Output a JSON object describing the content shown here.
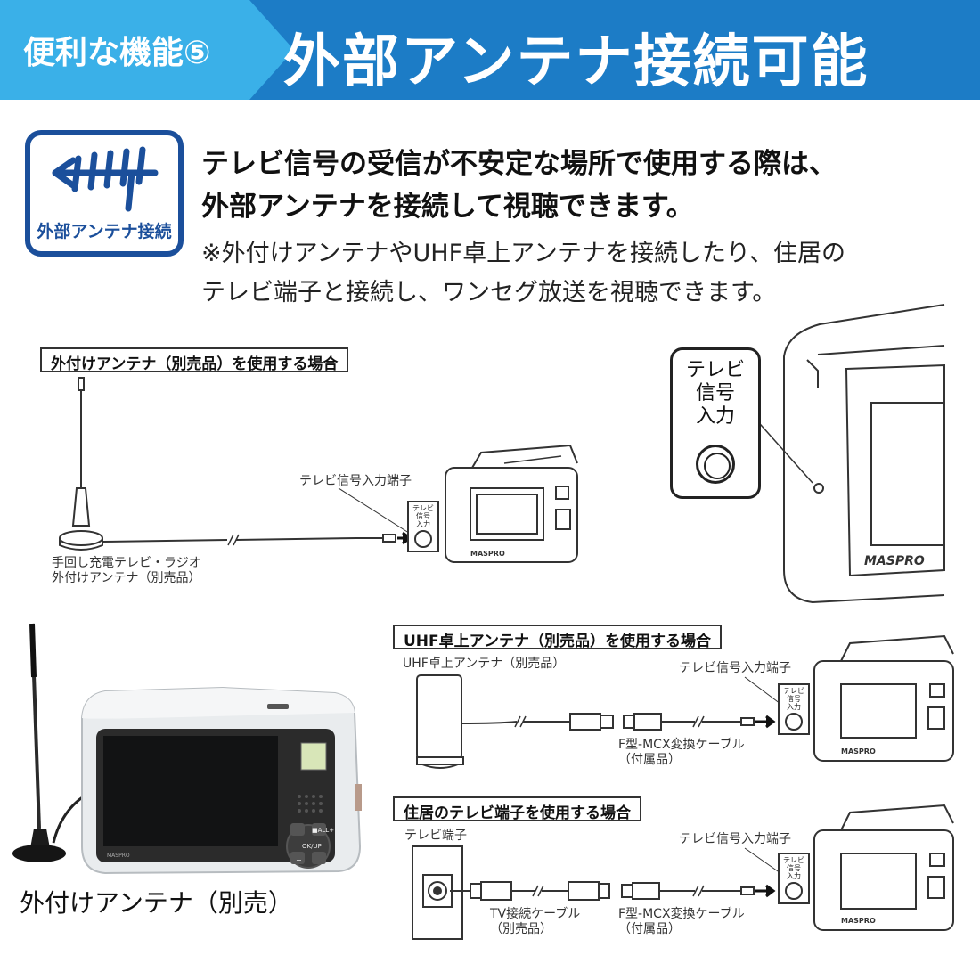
{
  "header": {
    "tag": "便利な機能⑤",
    "title": "外部アンテナ接続可能"
  },
  "feature_icon": {
    "label": "外部アンテナ接続"
  },
  "lead": {
    "line1": "テレビ信号の受信が不安定な場所で使用する際は、",
    "line2": "外部アンテナを接続して視聴できます。"
  },
  "note": {
    "line1": "※外付けアンテナやUHF卓上アンテナを接続したり、住居の",
    "line2": "テレビ端子と接続し、ワンセグ放送を視聴できます。"
  },
  "case1": {
    "label": "外付けアンテナ（別売品）を使用する場合",
    "terminal": "テレビ信号入力端子",
    "antenna_line1": "手回し充電テレビ・ラジオ",
    "antenna_line2": "外付けアンテナ（別売品）",
    "port_line1": "テレビ",
    "port_line2": "信号",
    "port_line3": "入力"
  },
  "callout": {
    "line1": "テレビ",
    "line2": "信号",
    "line3": "入力"
  },
  "brand": "MASPRO",
  "case2": {
    "label": "UHF卓上アンテナ（別売品）を使用する場合",
    "antenna": "UHF卓上アンテナ（別売品）",
    "terminal": "テレビ信号入力端子",
    "cable_line1": "F型-MCX変換ケーブル",
    "cable_line2": "（付属品）"
  },
  "case3": {
    "label": "住居のテレビ端子を使用する場合",
    "outlet": "テレビ端子",
    "terminal": "テレビ信号入力端子",
    "tv_cable_line1": "TV接続ケーブル",
    "tv_cable_line2": "（別売品）",
    "cable_line1": "F型-MCX変換ケーブル",
    "cable_line2": "（付属品）"
  },
  "photo_caption": "外付けアンテナ（別売）",
  "device_labels": {
    "speaker": "■ALL+",
    "menu": "OK/UP",
    "minus": "−"
  }
}
